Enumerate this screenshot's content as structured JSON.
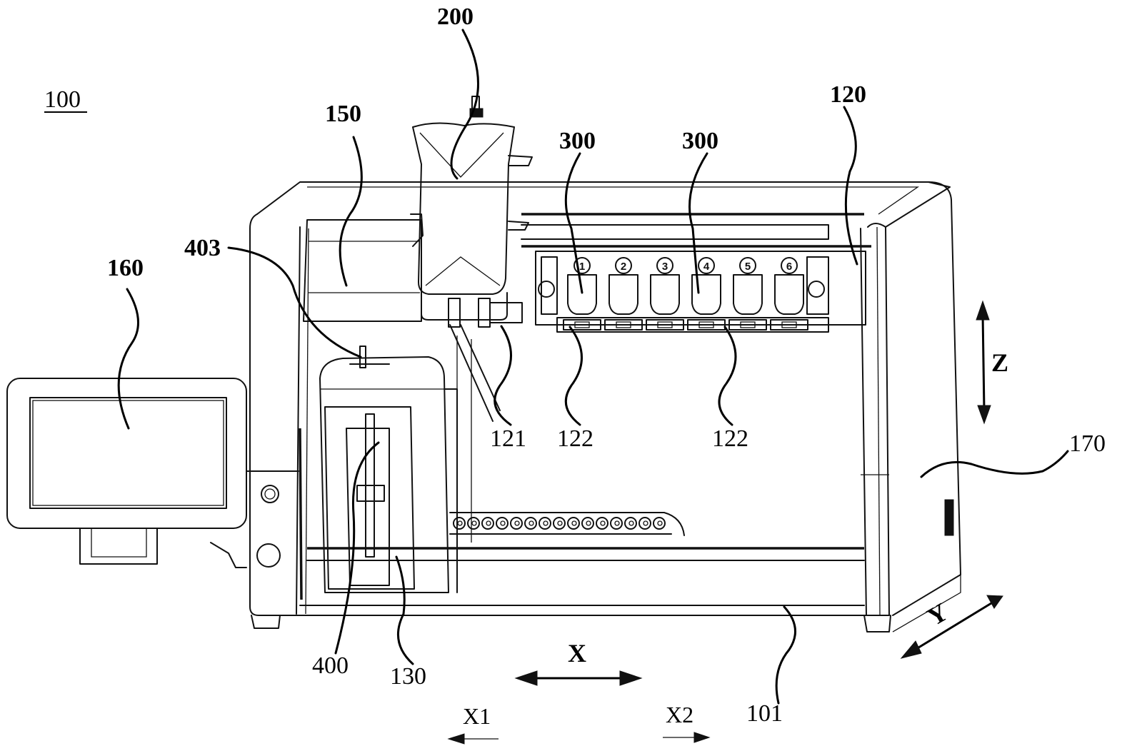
{
  "figure": {
    "title_ref": "100",
    "labels": {
      "l100": "100",
      "l200": "200",
      "l150": "150",
      "l120": "120",
      "l300a": "300",
      "l300b": "300",
      "l403": "403",
      "l160": "160",
      "l121": "121",
      "l122a": "122",
      "l122b": "122",
      "l170": "170",
      "l400": "400",
      "l130": "130",
      "l101": "101"
    },
    "axes": {
      "z": "Z",
      "y": "Y",
      "x": "X",
      "x1": "X1",
      "x2": "X2"
    },
    "vial_numbers": [
      "1",
      "2",
      "3",
      "4",
      "5",
      "6"
    ]
  }
}
